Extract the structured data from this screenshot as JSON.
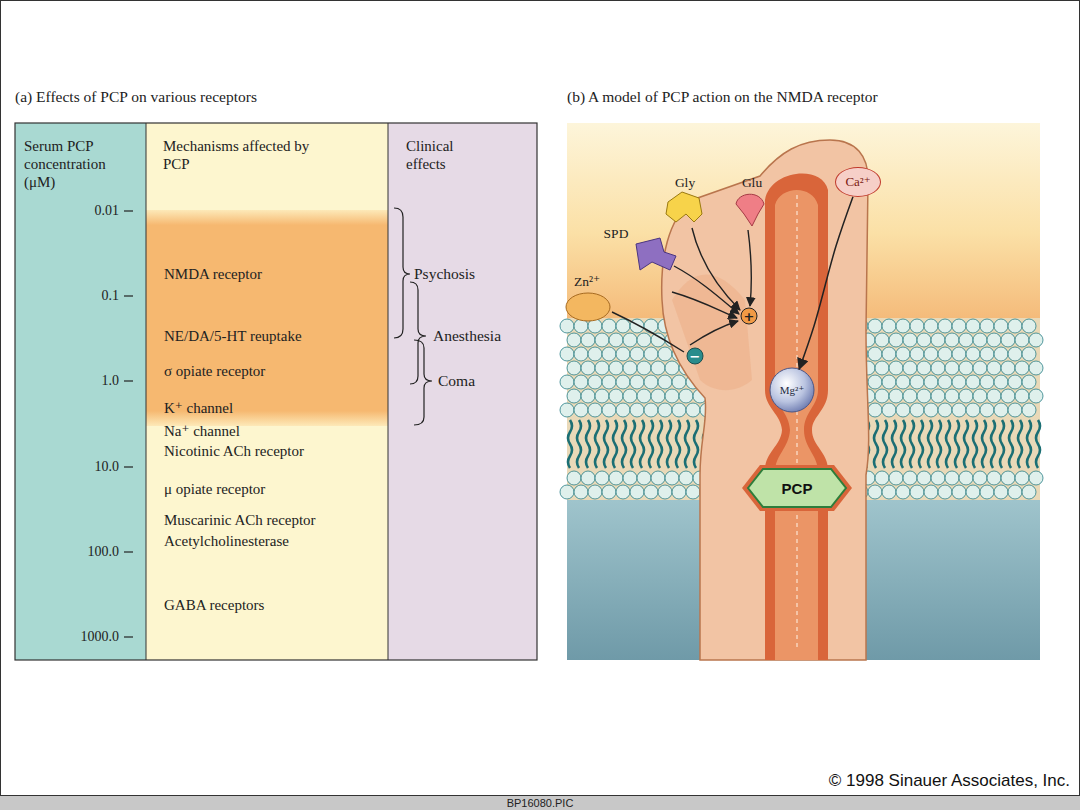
{
  "diagram": {
    "nodes": [
      {
        "text": [
          "Serum PCP concentration (μM)"
        ]
      },
      {
        "text": [
          "Mechanisms affected by PCP"
        ]
      },
      {
        "text": [
          "Clinical effects"
        ]
      },
      {
        "text": [
          "Ca²⁺"
        ]
      },
      {
        "text": [
          "Mg²⁺"
        ]
      },
      {
        "text": [
          "PCP"
        ]
      }
    ],
    "edges": [
      {
        "from": 3,
        "to": 4,
        "arrow": "to"
      }
    ],
    "labels": [
      "(a) Effects of PCP on various receptors",
      "(b) A model of PCP action on the NMDA receptor",
      "0.01",
      "0.1",
      "1.0",
      "10.0",
      "100.0",
      "1000.0",
      "NMDA receptor",
      "NE/DA/5-HT reuptake",
      "σ opiate receptor",
      "K⁺ channel",
      "Na⁺ channel",
      "Nicotinic ACh receptor",
      "μ opiate receptor",
      "Muscarinic ACh receptor",
      "Acetylcholinesterase",
      "GABA receptors",
      "Psychosis",
      "Anesthesia",
      "Coma",
      "Gly",
      "Glu",
      "SPD",
      "Zn²⁺",
      "+",
      "−",
      "© 1998 Sinauer Associates, Inc.",
      "BP16080.PIC"
    ]
  }
}
